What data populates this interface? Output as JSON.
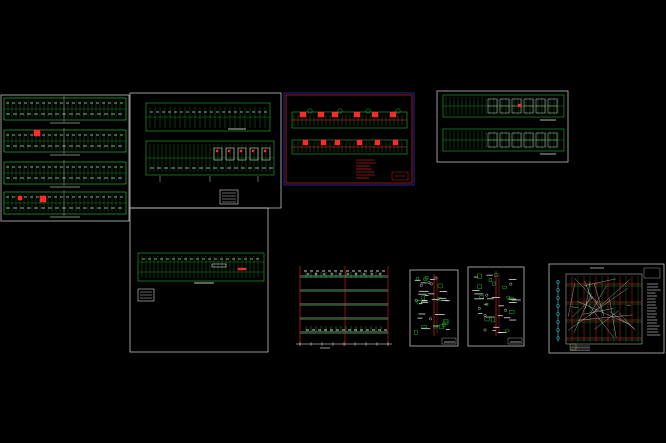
{
  "canvas": {
    "background": "#000000",
    "colors": {
      "frame": "#d8d8d8",
      "green": "#27d836",
      "red": "#ff2b2b",
      "white": "#ffffff",
      "blue": "#3b3bff",
      "yellow": "#e8e84a",
      "cyan": "#3fd8e0"
    }
  },
  "sheets": [
    {
      "id": "sheet-plan-strips",
      "strips": 4
    },
    {
      "id": "sheet-elevation-a"
    },
    {
      "id": "sheet-elevation-b"
    },
    {
      "id": "sheet-red-section"
    },
    {
      "id": "sheet-right-strips"
    },
    {
      "id": "sheet-frame-elevation"
    },
    {
      "id": "sheet-detail-1"
    },
    {
      "id": "sheet-detail-2"
    },
    {
      "id": "sheet-grid-plan"
    }
  ]
}
